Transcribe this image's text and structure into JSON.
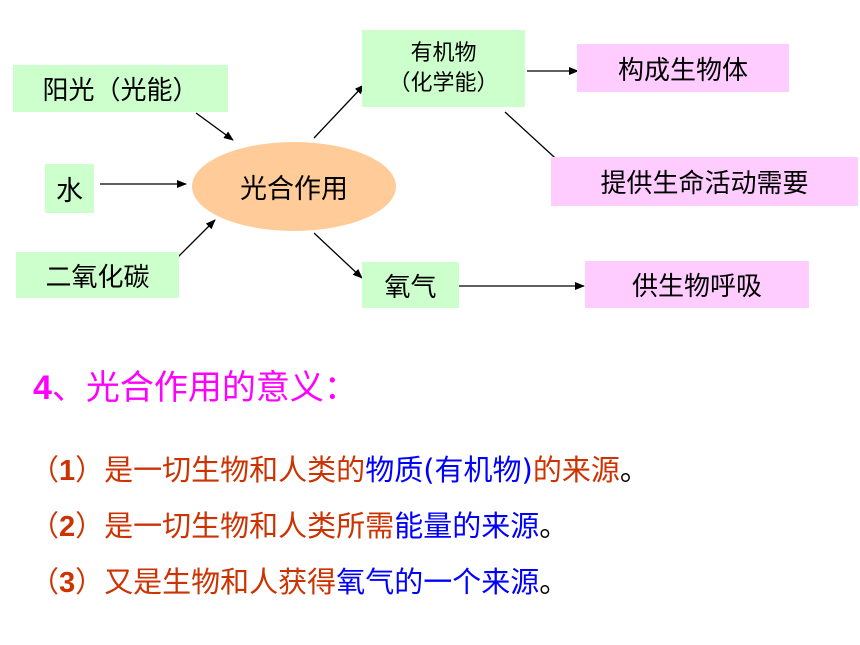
{
  "diagram": {
    "center": "光合作用",
    "inputs": {
      "sunlight": "阳光（光能）",
      "water": "水",
      "co2": "二氧化碳"
    },
    "products": {
      "organic_line1": "有机物",
      "organic_line2": "（化学能）",
      "oxygen": "氧气"
    },
    "uses": {
      "build_body": "构成生物体",
      "energy": "提供生命活动需要",
      "respiration": "供生物呼吸"
    }
  },
  "significance": {
    "heading_num": "4",
    "heading_text": "、光合作用的意义：",
    "items": [
      {
        "open": "（",
        "num": "1",
        "close": "）",
        "before": "是一切生物和人类的",
        "highlight": "物质(有机物)",
        "after": "的来源",
        "end": "。"
      },
      {
        "open": "（",
        "num": "2",
        "close": "）",
        "before": "是一切生物和人类所需",
        "highlight": "能量",
        "after": "的来源",
        "end": "。"
      },
      {
        "open": "（",
        "num": "3",
        "close": "）",
        "before": "又是生物和人获得",
        "highlight": "氧气",
        "after": "的一个来源",
        "end": "。"
      }
    ]
  },
  "colors": {
    "input_box": "#ccffcc",
    "output_box": "#ffccff",
    "center": "#ffcc99",
    "heading": "#ff00ff",
    "body_text": "#cc3300",
    "highlight": "#0000ff"
  }
}
